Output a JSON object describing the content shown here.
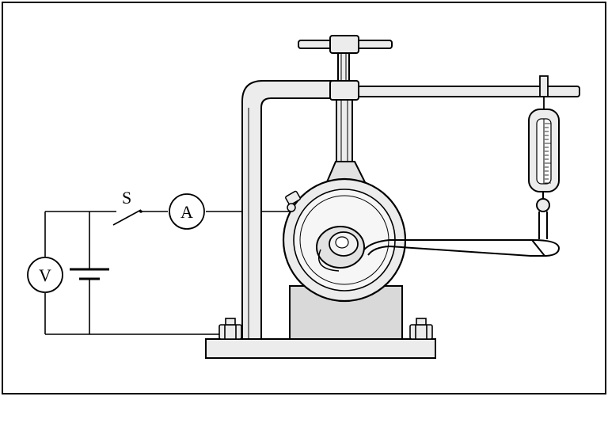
{
  "diagram": {
    "labels": {
      "switch": "S",
      "ammeter": "A",
      "voltmeter": "V"
    },
    "colors": {
      "line": "#000000",
      "background": "#ffffff",
      "metal_fill": "#e9e9e9",
      "dark_fill": "#d4d4d4"
    }
  }
}
